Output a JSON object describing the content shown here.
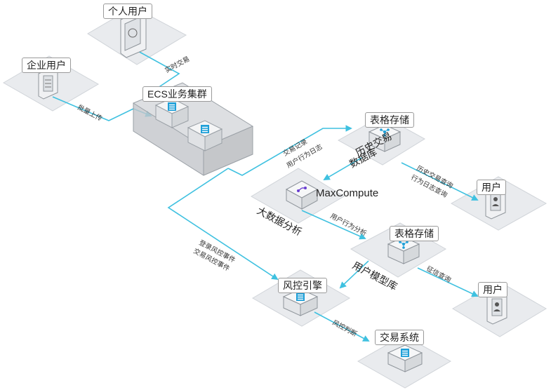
{
  "nodes": {
    "personal_user": "个人用户",
    "enterprise_user": "企业用户",
    "ecs_cluster": "ECS业务集群",
    "table_store_1": "表格存储",
    "history_db_line1": "历史交易",
    "history_db_line2": "数据库",
    "maxcompute": "MaxCompute",
    "bigdata_analysis": "大数据分析",
    "table_store_2": "表格存储",
    "user_model_db": "用户模型库",
    "user_1": "用户",
    "user_2": "用户",
    "risk_engine": "风控引擎",
    "trade_system": "交易系统"
  },
  "flows": {
    "realtime_trade": "实时交易",
    "batch_upload": "批量上传",
    "trade_record": "交易记录",
    "user_behavior_log": "用户行为日志",
    "history_query": "历史交易查询",
    "behavior_log_query": "行为日志查询",
    "user_behavior_analysis": "用户行为分析",
    "credit_query": "征信查询",
    "login_risk_event": "登录风控事件",
    "trade_risk_event": "交易风控事件",
    "risk_judgement": "风控判断"
  },
  "colors": {
    "flow_line": "#3fc1e0",
    "platform_fill": "#e9ebee",
    "platform_edge": "#d0d4d9",
    "cube_fill": "#f2f3f5",
    "server_icon": "#1fa0d8",
    "maxcompute_icon": "#6a3fd0"
  }
}
